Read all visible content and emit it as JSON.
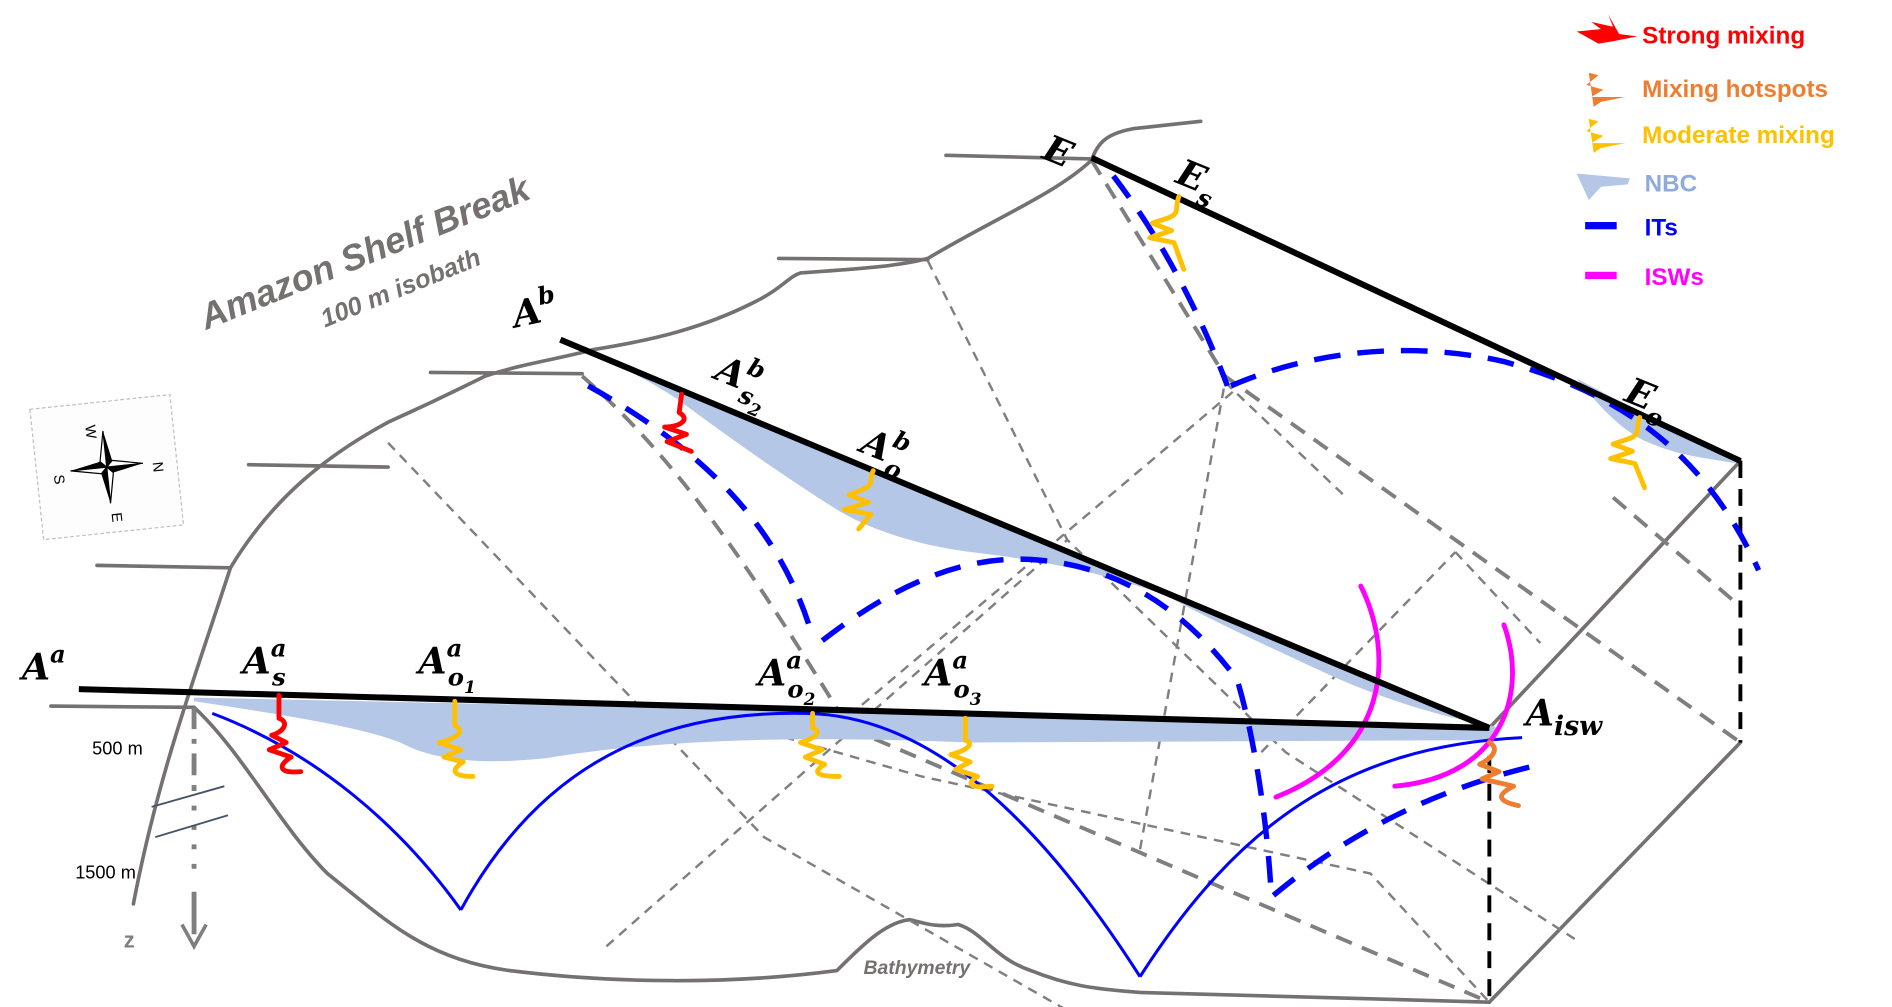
{
  "title": {
    "main": "Amazon Shelf Break",
    "sub": "100 m isobath"
  },
  "legend": {
    "items": [
      {
        "label": "Strong mixing",
        "color": "#ff0000",
        "icon": "squiggle-icon"
      },
      {
        "label": "Mixing hotspots",
        "color": "#ed7d31",
        "icon": "squiggle-icon"
      },
      {
        "label": "Moderate mixing",
        "color": "#ffc000",
        "icon": "squiggle-icon"
      },
      {
        "label": "NBC",
        "color": "#8faadc",
        "icon": "current-wedge-icon"
      },
      {
        "label": "ITs",
        "color": "#0000ff",
        "icon": "dash-line-icon"
      },
      {
        "label": "ISWs",
        "color": "#ff00ff",
        "icon": "line-icon"
      }
    ]
  },
  "sections": {
    "Aa": {
      "base": "A",
      "sup": "a",
      "sub": ""
    },
    "Asa": {
      "base": "A",
      "sup": "a",
      "sub": "s"
    },
    "Ao1a": {
      "base": "A",
      "sup": "a",
      "sub": "o",
      "subsub": "1"
    },
    "Ao2a": {
      "base": "A",
      "sup": "a",
      "sub": "o",
      "subsub": "2"
    },
    "Ao3a": {
      "base": "A",
      "sup": "a",
      "sub": "o",
      "subsub": "3"
    },
    "Ab": {
      "base": "A",
      "sup": "b",
      "sub": ""
    },
    "As2b": {
      "base": "A",
      "sup": "b",
      "sub": "s",
      "subsub": "2"
    },
    "Aob": {
      "base": "A",
      "sup": "b",
      "sub": "o"
    },
    "E": {
      "base": "E"
    },
    "Es": {
      "base": "E",
      "sub": "s"
    },
    "Eo": {
      "base": "E",
      "sub": "o"
    },
    "Aisw": {
      "base": "A",
      "sub": "isw"
    }
  },
  "depth_axis": {
    "tick_500": "500 m",
    "tick_1500": "1500 m",
    "axis_label": "z"
  },
  "bathymetry_label": "Bathymetry",
  "compass": {
    "n": "N",
    "s": "S",
    "e": "E",
    "w": "W"
  },
  "colors": {
    "nbc_fill": "#b4c7e7",
    "its": "#0000ff",
    "isws": "#ff00ff",
    "strong": "#ff0000",
    "hotspot": "#ed7d31",
    "moderate": "#ffc000",
    "terrain": "#767171",
    "section": "#000000"
  }
}
